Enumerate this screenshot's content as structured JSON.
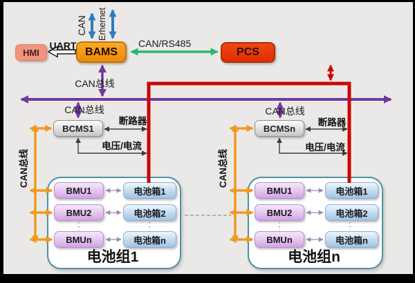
{
  "colors": {
    "can_blue": "#2f7ac0",
    "rs485_green": "#2cb66e",
    "can_purple": "#71389d",
    "power_red": "#cb0606",
    "can_orange": "#f0991e",
    "bams_orange": "#f49a0d",
    "pcs_red": "#e8380d",
    "hmi_salmon": "#f2937d",
    "background": "#eae9e7"
  },
  "labels": {
    "can_bus": "CAN总线",
    "breaker": "断路器",
    "voltage_current": "电压/电流",
    "uart": "UART",
    "can": "CAN",
    "ethernet": "Erhernet",
    "can_rs485": "CAN/RS485"
  },
  "nodes": {
    "hmi": "HMI",
    "bams": "BAMS",
    "pcs": "PCS",
    "bcms1": "BCMS1",
    "bcmsn": "BCMSn"
  },
  "groups": [
    {
      "title": "电池组1",
      "bmus": [
        "BMU1",
        "BMU2",
        "BMUn"
      ],
      "battery_boxes": [
        "电池箱1",
        "电池箱2",
        "电池箱n"
      ]
    },
    {
      "title": "电池组n",
      "bmus": [
        "BMU1",
        "BMU2",
        "BMUn"
      ],
      "battery_boxes": [
        "电池箱1",
        "电池箱2",
        "电池箱n"
      ]
    }
  ]
}
